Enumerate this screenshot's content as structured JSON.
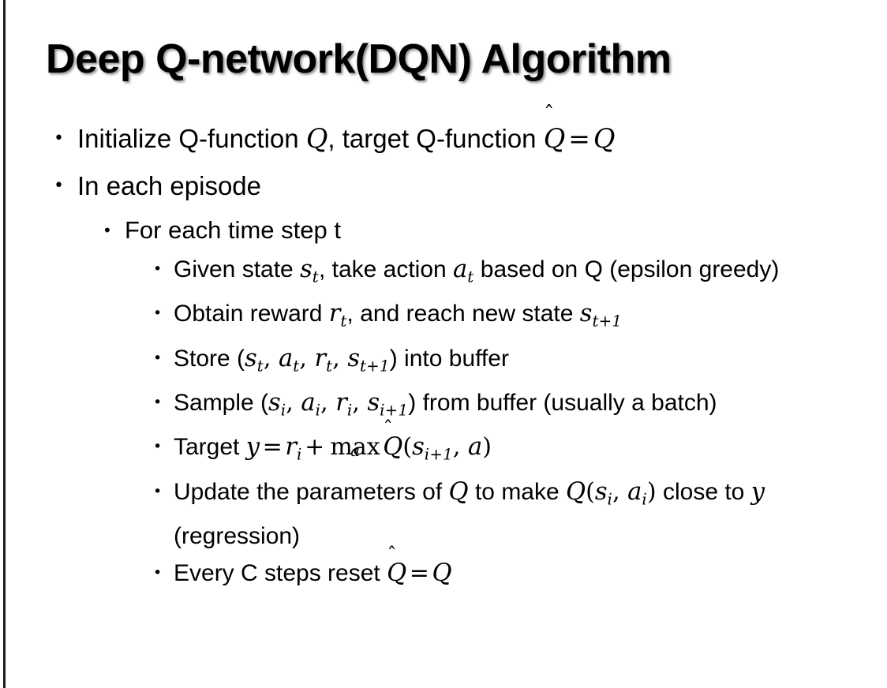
{
  "slide": {
    "title": "Deep Q-network(DQN) Algorithm",
    "background_color": "#ffffff",
    "text_color": "#000000",
    "edge_rule_color": "#1a1a1a",
    "bullet_glyph": "•"
  },
  "content": {
    "l1_initialize": {
      "pre": "Initialize Q-function ",
      "var_q1": "Q",
      "mid": ", target Q-function ",
      "hat_q": "Q",
      "hat_mark": "̂",
      "eq": "=",
      "var_q2": "Q"
    },
    "l1_episode": {
      "text": "In each episode"
    },
    "l2_timestep": {
      "text": "For each time step t"
    },
    "l3_given": {
      "pre": "Given state ",
      "var_s": "s",
      "sub_s": "t",
      "mid": ", take action ",
      "var_a": "a",
      "sub_a": "t",
      "post": " based on Q (epsilon greedy)"
    },
    "l3_obtain": {
      "pre": "Obtain reward ",
      "var_r": "r",
      "sub_r": "t",
      "mid": ", and reach new state ",
      "var_s": "s",
      "sub_s": "t+1"
    },
    "l3_store": {
      "pre": "Store (",
      "var_s1": "s",
      "sub_s1": "t",
      "c1": ", ",
      "var_a": "a",
      "sub_a": "t",
      "c2": ", ",
      "var_r": "r",
      "sub_r": "t",
      "c3": ", ",
      "var_s2": "s",
      "sub_s2": "t+1",
      "post": ") into buffer"
    },
    "l3_sample": {
      "pre": "Sample (",
      "var_s1": "s",
      "sub_s1": "i",
      "c1": ", ",
      "var_a": "a",
      "sub_a": "i",
      "c2": ", ",
      "var_r": "r",
      "sub_r": "i",
      "c3": ", ",
      "var_s2": "s",
      "sub_s2": "i+1",
      "post": ") from buffer (usually a batch)"
    },
    "l3_target": {
      "pre": "Target ",
      "var_y": "y",
      "eq": "=",
      "var_r": "r",
      "sub_r": "i",
      "plus": "+",
      "max_label": "max",
      "max_under": "a",
      "hat_q": "Q",
      "hat_mark": "̂",
      "paren_open": "(",
      "var_s": "s",
      "sub_s": "i+1",
      "comma": ", ",
      "var_a": "a",
      "paren_close": ")"
    },
    "l3_update": {
      "pre": "Update the parameters of ",
      "var_q1": "Q",
      "mid": " to make ",
      "var_q2": "Q",
      "paren_open": "(",
      "var_s": "s",
      "sub_s": "i",
      "comma": ", ",
      "var_a": "a",
      "sub_a": "i",
      "paren_close": ")",
      "post": " close to ",
      "var_y": "y",
      "tail": " (regression)"
    },
    "l3_reset": {
      "pre": "Every C steps reset ",
      "hat_q": "Q",
      "hat_mark": "̂",
      "eq": "=",
      "var_q": "Q"
    }
  }
}
